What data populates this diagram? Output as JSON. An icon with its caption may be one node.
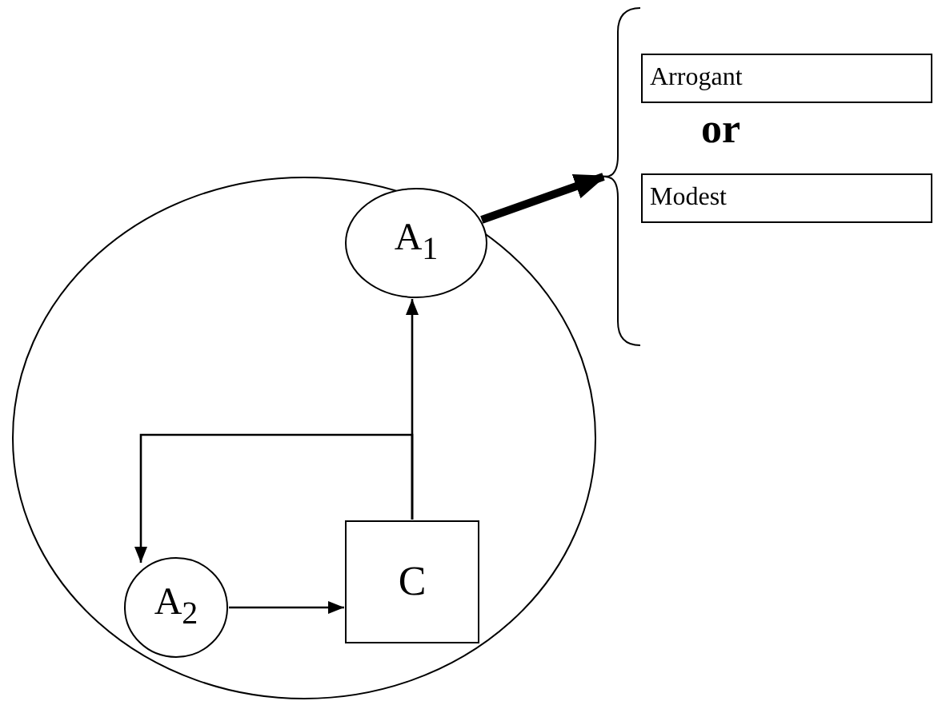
{
  "diagram": {
    "nodes": [
      {
        "text": [],
        "shape": "circle"
      },
      {
        "text": [
          "A$_{1}$"
        ],
        "in": 0
      },
      {
        "text": [
          "A$_{2}$"
        ],
        "in": 0
      },
      {
        "text": [
          "C"
        ],
        "in": 0
      },
      {
        "text": [
          "Arrogant"
        ]
      },
      {
        "text": [
          "Modest"
        ]
      },
      {
        "text": [],
        "shape": "bracket"
      }
    ],
    "edges": [
      {
        "from": 2,
        "to": 3,
        "arrow": "to"
      },
      {
        "from": 3,
        "to": 1,
        "arrow": "to"
      },
      {
        "from": 3,
        "to": 2,
        "arrow": "to"
      },
      {
        "from": 1,
        "to": 6,
        "arrow": "to",
        "style": "thick"
      }
    ],
    "labels": [
      "or"
    ]
  }
}
